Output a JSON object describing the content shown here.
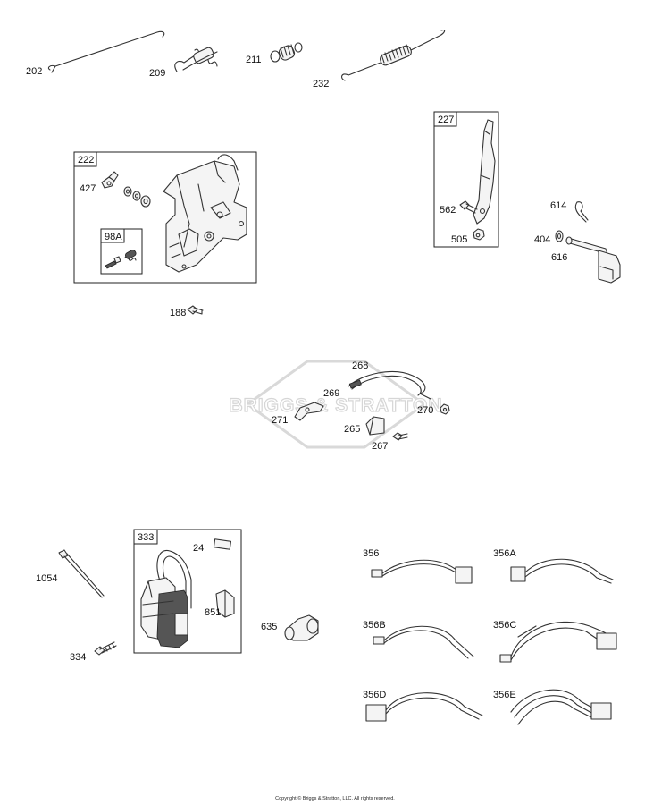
{
  "labels": {
    "p202": "202",
    "p209": "209",
    "p211": "211",
    "p232": "232",
    "p222": "222",
    "p427": "427",
    "p98a": "98A",
    "p227": "227",
    "p562": "562",
    "p505": "505",
    "p614": "614",
    "p404": "404",
    "p616": "616",
    "p188": "188",
    "p268": "268",
    "p269": "269",
    "p270": "270",
    "p271": "271",
    "p265": "265",
    "p267": "267",
    "p1054": "1054",
    "p334": "334",
    "p333": "333",
    "p24": "24",
    "p851": "851",
    "p635": "635",
    "p356": "356",
    "p356a": "356A",
    "p356b": "356B",
    "p356c": "356C",
    "p356d": "356D",
    "p356e": "356E"
  },
  "watermark": "BRIGGS & STRATTON",
  "copyright": "Copyright © Briggs & Stratton, LLC. All rights reserved."
}
